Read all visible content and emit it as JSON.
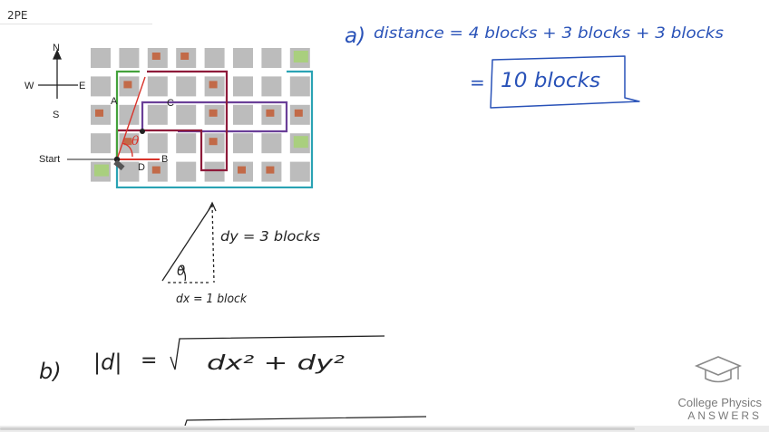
{
  "header": {
    "label": "2PE"
  },
  "map": {
    "compass": {
      "north": "N",
      "south": "S",
      "east": "E",
      "west": "W"
    },
    "points": {
      "a": "A",
      "b": "B",
      "c": "C",
      "d": "D"
    },
    "start_label": "Start",
    "angle_label": "θ",
    "colors": {
      "green": "#44a23c",
      "maroon": "#8e1b3a",
      "purple": "#6a3f98",
      "teal": "#2aa3b4",
      "red": "#d9342b",
      "block": "#bcbcbc",
      "building": "#c26a48",
      "park": "#a9cf7e"
    }
  },
  "part_a": {
    "label": "a)",
    "equation_line1": "distance = 4 blocks + 3 blocks + 3 blocks",
    "equals": "=",
    "answer": "10 blocks"
  },
  "triangle": {
    "dy_label": "dy = 3 blocks",
    "dx_label": "dx = 1 block",
    "angle_label": "θ"
  },
  "part_b": {
    "label": "b)",
    "lhs": "|d|",
    "equals": "=",
    "radicand": "dx² + dy²"
  },
  "logo": {
    "line1": "College Physics",
    "line2": "ANSWERS"
  }
}
